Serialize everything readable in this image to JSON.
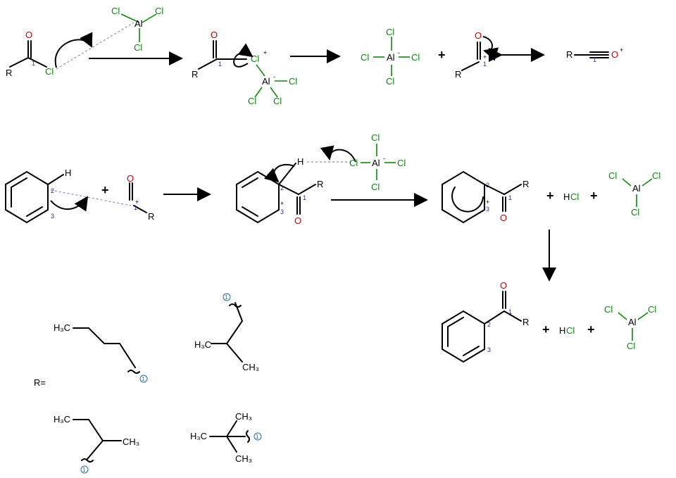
{
  "labels": {
    "R": "R",
    "O": "O",
    "Cl": "Cl",
    "Al": "Al",
    "H": "H",
    "HCl": "HCl",
    "plus": "+",
    "charge_plus": "+",
    "charge_minus": "-",
    "r_equals": "R=",
    "H3C": "H₃C",
    "CH3": "CH₃",
    "num1": "1",
    "num2": "2",
    "num3": "3",
    "circled1": "1"
  }
}
